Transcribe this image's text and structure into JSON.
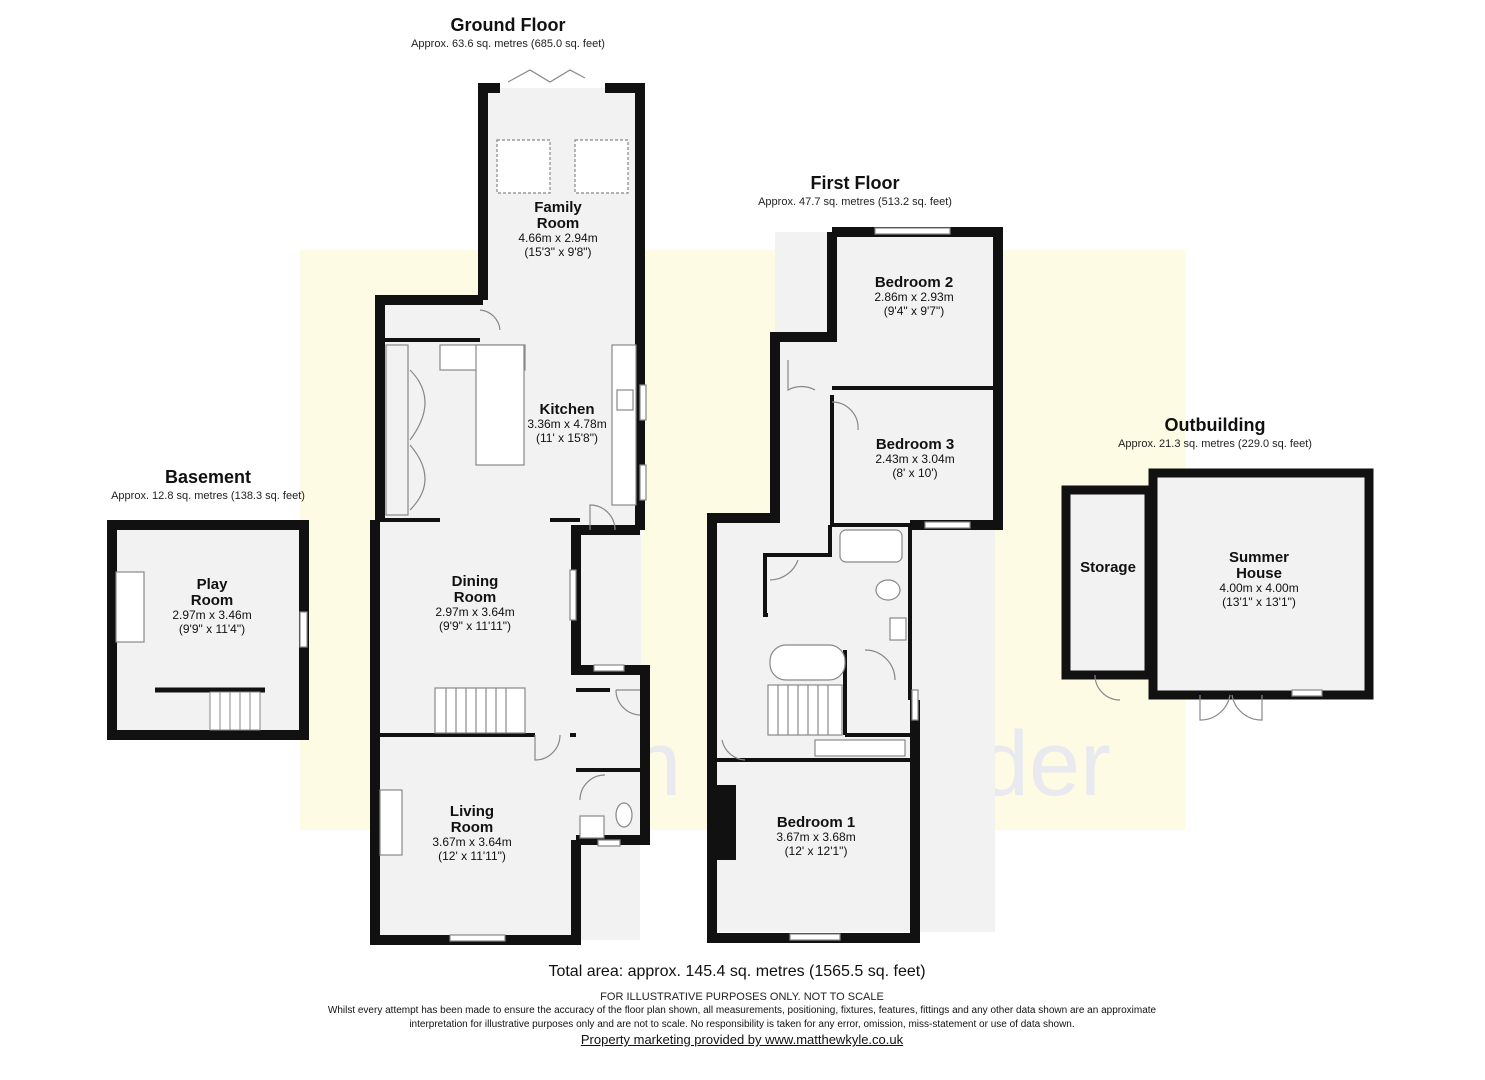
{
  "floors": {
    "ground": {
      "title": "Ground Floor",
      "area": "Approx. 63.6 sq. metres (685.0 sq. feet)"
    },
    "first": {
      "title": "First Floor",
      "area": "Approx. 47.7 sq. metres (513.2 sq. feet)"
    },
    "basement": {
      "title": "Basement",
      "area": "Approx. 12.8 sq. metres (138.3 sq. feet)"
    },
    "outbuilding": {
      "title": "Outbuilding",
      "area": "Approx. 21.3 sq. metres (229.0 sq. feet)"
    }
  },
  "rooms": {
    "family": {
      "name": "Family\nRoom",
      "metric": "4.66m x 2.94m",
      "imperial": "(15'3\" x 9'8\")"
    },
    "kitchen": {
      "name": "Kitchen",
      "metric": "3.36m x 4.78m",
      "imperial": "(11' x 15'8\")"
    },
    "dining": {
      "name": "Dining\nRoom",
      "metric": "2.97m x 3.64m",
      "imperial": "(9'9\" x 11'11\")"
    },
    "living": {
      "name": "Living\nRoom",
      "metric": "3.67m x 3.64m",
      "imperial": "(12' x 11'11\")"
    },
    "bed2": {
      "name": "Bedroom 2",
      "metric": "2.86m x 2.93m",
      "imperial": "(9'4\" x 9'7\")"
    },
    "bed3": {
      "name": "Bedroom 3",
      "metric": "2.43m x 3.04m",
      "imperial": "(8' x 10')"
    },
    "bed1": {
      "name": "Bedroom 1",
      "metric": "3.67m x 3.68m",
      "imperial": "(12' x 12'1\")"
    },
    "play": {
      "name": "Play\nRoom",
      "metric": "2.97m x 3.46m",
      "imperial": "(9'9\" x 11'4\")"
    },
    "storage": {
      "name": "Storage"
    },
    "summer": {
      "name": "Summer\nHouse",
      "metric": "4.00m x 4.00m",
      "imperial": "(13'1\" x 13'1\")"
    }
  },
  "footer": {
    "total": "Total area: approx. 145.4 sq. metres (1565.5 sq. feet)",
    "disclaimer_head": "FOR ILLUSTRATIVE PURPOSES ONLY. NOT TO SCALE",
    "disclaimer": "Whilst every attempt has been made to ensure the accuracy of the floor plan shown, all measurements, positioning, fixtures, features, fittings and any other data shown are an approximate interpretation for illustrative purposes only and are not to scale. No responsibility is taken for any error, omission, miss-statement or use of data shown.",
    "marketing": "Property marketing provided by www.matthewkyle.co.uk"
  },
  "watermark": {
    "text": "morgan alexander",
    "color": "#fdfbe3"
  },
  "colors": {
    "wall": "#111111",
    "floor": "#f2f2f2",
    "fixture": "#888888"
  }
}
